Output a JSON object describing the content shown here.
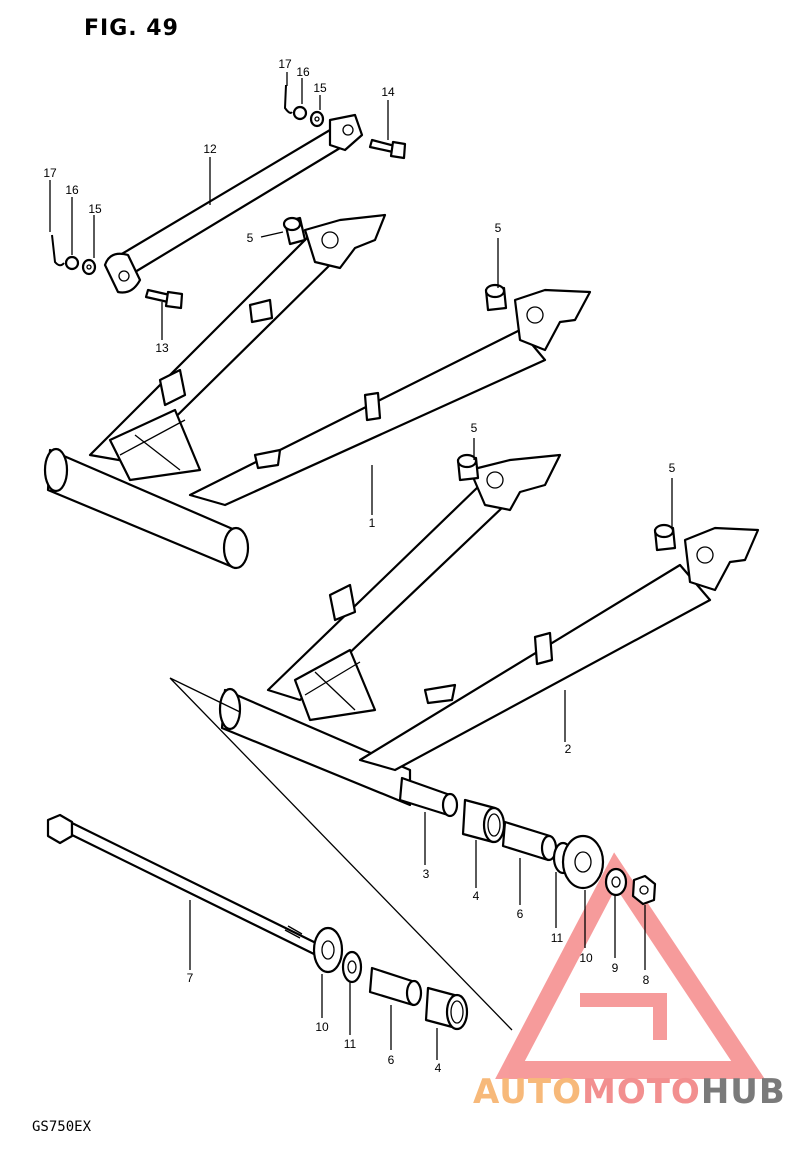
{
  "figure": {
    "title": "FIG. 49",
    "model": "GS750EX"
  },
  "watermark": {
    "brand_part1": "AUTO",
    "brand_part2": "MOTO",
    "brand_part3": "HUB",
    "colors": {
      "auto": "#f7b97a",
      "moto": "#f28f8f",
      "hub": "#7a7a7a",
      "logo": "#f04a4a"
    }
  },
  "callouts": {
    "c1": "1",
    "c2": "2",
    "c3": "3",
    "c4a": "4",
    "c4b": "4",
    "c5a": "5",
    "c5b": "5",
    "c5c": "5",
    "c5d": "5",
    "c6a": "6",
    "c6b": "6",
    "c7": "7",
    "c8": "8",
    "c9": "9",
    "c10a": "10",
    "c10b": "10",
    "c11a": "11",
    "c11b": "11",
    "c12": "12",
    "c13": "13",
    "c14": "14",
    "c15a": "15",
    "c15b": "15",
    "c16a": "16",
    "c16b": "16",
    "c17a": "17",
    "c17b": "17"
  }
}
